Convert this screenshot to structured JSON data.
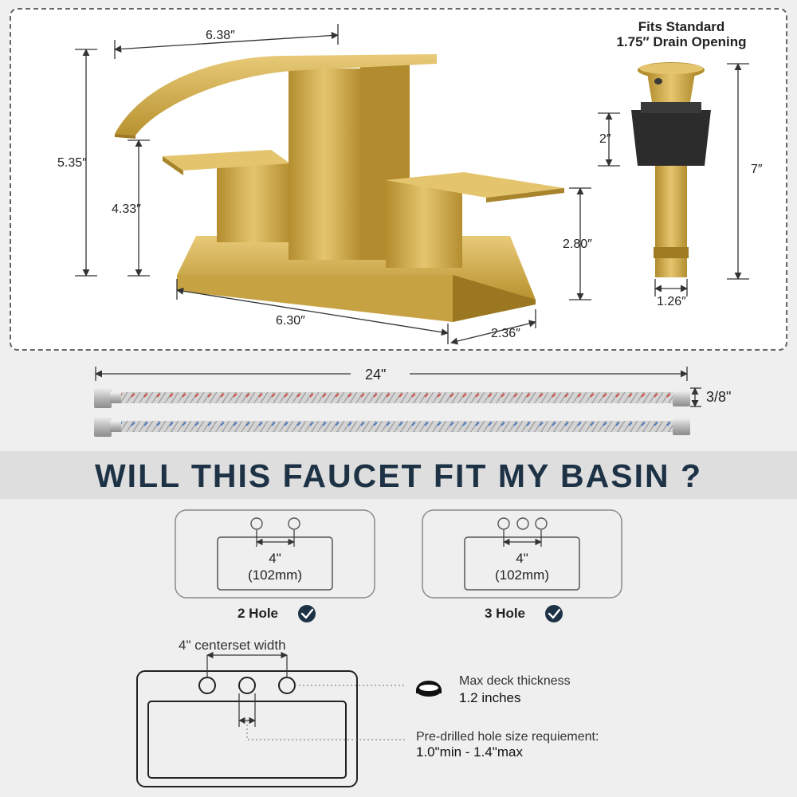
{
  "faucet": {
    "spout_length": "6.38″",
    "total_height": "5.35″",
    "spout_height": "4.33″",
    "handle_height": "2.80″",
    "base_length": "6.30″",
    "base_depth": "2.36″"
  },
  "drain": {
    "title_line1": "Fits Standard",
    "title_line2": "1.75″ Drain Opening",
    "cap_height": "2″",
    "total_length": "7″",
    "diameter": "1.26″"
  },
  "hoses": {
    "length": "24\"",
    "connector": "3/8\""
  },
  "fit_question": "WILL THIS FAUCET FIT MY BASIN ?",
  "basins": [
    {
      "spacing": "4\"",
      "spacing_mm": "(102mm)",
      "label": "2 Hole"
    },
    {
      "spacing": "4\"",
      "spacing_mm": "(102mm)",
      "label": "3 Hole"
    }
  ],
  "spec": {
    "centerset_label": "4\" centerset width",
    "deck_label": "Max deck thickness",
    "deck_value": "1.2 inches",
    "hole_label": "Pre-drilled hole size requiement:",
    "hole_value": "1.0\"min - 1.4\"max"
  },
  "colors": {
    "gold_light": "#e2c16a",
    "gold_mid": "#c9a340",
    "gold_dark": "#9f7b22",
    "title_navy": "#1e3246",
    "hose_red": "#d8443a",
    "hose_blue": "#3d78c7",
    "check_navy": "#1e3246"
  }
}
